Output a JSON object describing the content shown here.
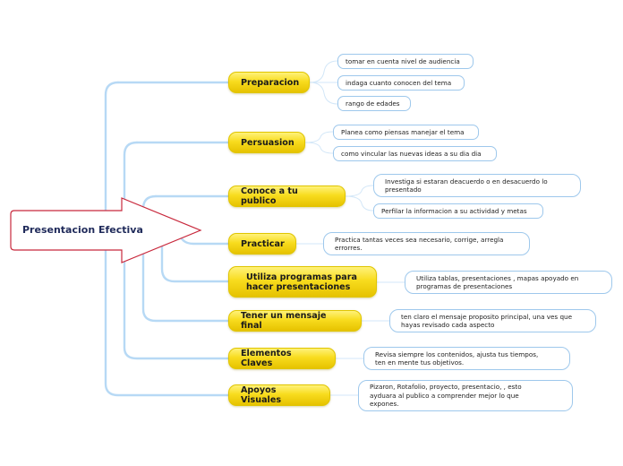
{
  "central": {
    "label": "Presentacion Efectiva"
  },
  "branches": [
    {
      "label": "Preparacion",
      "leaves": [
        "tomar en cuenta nivel de audiencia",
        "indaga cuanto conocen del tema",
        "rango de edades"
      ]
    },
    {
      "label": "Persuasion",
      "leaves": [
        "Planea como piensas manejar el tema",
        "como vincular las nuevas ideas a su dia dia"
      ]
    },
    {
      "label": "Conoce a tu publico",
      "leaves": [
        "Investiga si estaran deacuerdo o en desacuerdo lo\npresentado",
        "Perfilar la informacion a su actividad y metas"
      ]
    },
    {
      "label": "Practicar",
      "leaves": [
        "Practica tantas veces sea necesario, corrige, arregla\nerrorres."
      ]
    },
    {
      "label": "Utiliza programas para\nhacer presentaciones",
      "leaves": [
        "Utiliza tablas, presentaciones , mapas apoyado en\nprogramas de presentaciones"
      ]
    },
    {
      "label": "Tener un mensaje final",
      "leaves": [
        "ten claro el mensaje proposito principal, una ves que\nhayas revisado cada aspecto"
      ]
    },
    {
      "label": "Elementos Claves",
      "leaves": [
        "Revisa siempre los contenidos, ajusta tus tiempos,\nten en mente tus objetivos."
      ]
    },
    {
      "label": "Apoyos Visuales",
      "leaves": [
        "Pizaron, Rotafolio, proyecto, presentacio, , esto\nayduara al publico a comprender mejor lo que\nexpones."
      ]
    }
  ],
  "colors": {
    "central_border": "#c8283c",
    "connector": "#b7d9f5",
    "leaf_border": "#9ec8ec",
    "branch_fill": "#f8dc1e"
  }
}
